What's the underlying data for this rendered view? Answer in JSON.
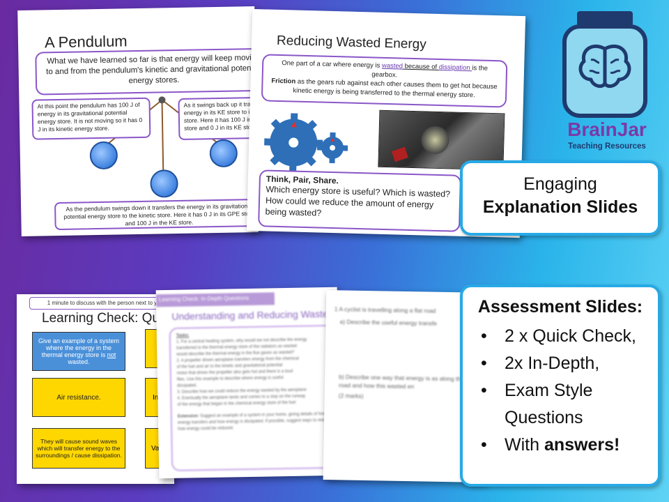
{
  "slide_pendulum": {
    "title": "A Pendulum",
    "intro_text": "What we have learned so far is that energy will keep moving to and from the pendulum's kinetic and gravitational potential energy stores.",
    "left_box": "At this point the pendulum has 100 J of energy in its gravitational potential energy store.  It is not moving so it has 0 J in its kinetic energy store.",
    "right_box": "As it swings back up it transferred the energy in its KE store to its GPE store.  Here it has 100 J in its GPE store and 0 J in its KE store.",
    "bottom_box": "As the pendulum swings down it transfers the energy in its gravitational potential energy store to the kinetic store.  Here it has 0 J in its GPE store and 100 J in the KE store."
  },
  "slide_wasted": {
    "title": "Reducing Wasted Energy",
    "line1_pre": "One part of a car where energy is ",
    "line1_wasted": "wasted",
    "line1_mid": " because of ",
    "line1_dissipation": "dissipation ",
    "line1_post": "is the gearbox.",
    "friction_bold": "Friction",
    "friction_rest": " as the gears rub against each other causes them to get hot because kinetic energy is being transferred to the thermal energy store.",
    "think_heading": "Think, Pair, Share.",
    "think_text": "Which energy store is useful?  Which is wasted?  How could we reduce the amount of energy being wasted?"
  },
  "logo": {
    "brand": "BrainJar",
    "tagline": "Teaching Resources"
  },
  "panel_explanation": {
    "line1": "Engaging",
    "line2": "Explanation Slides"
  },
  "slide_quick": {
    "banner": "1 minute to discuss with the person next to you.",
    "title": "Learning Check: Quick",
    "card_blue_pre": "Give an example of a system where the energy in the thermal energy store is ",
    "card_blue_not": "not",
    "card_blue_post": " wasted.",
    "card_air": "Air resistance.",
    "card_sound": "They will cause sound waves which will transfer energy to the surroundings / cause dissipation.",
    "right_c2": "In",
    "right_c3": "Va tra"
  },
  "slide_indepth": {
    "banner": "Learning Check: In-Depth Questions",
    "title": "Understanding and Reducing Wasted",
    "tasks_label": "Tasks:",
    "task_lines": [
      "1.  For a central heating system, why would we not describe the energy",
      "transferred to the thermal energy store of the radiators as wasted",
      "would describe the thermal energy in the flue gases as wasted?",
      "2.  A propeller driven aeroplane transfers energy from the chemical",
      "of the fuel and air to the kinetic and gravitational potential",
      "motor that drives the propeller also gets hot and there is a loud",
      "flies.  Use this example to describe where energy is useful",
      "dissipated.",
      "3.  Describe how we could reduce the energy wasted by the aeroplane",
      "4.  Eventually the aeroplane lands and comes to a stop on the runway",
      "of the energy that began in the chemical energy store of the fuel"
    ],
    "extension_label": "Extension:",
    "extension_text": "Suggest an example of a system in your home, giving details of how energy transfers and how energy is dissipated.  If possible, suggest ways to reduce how energy could be reduced."
  },
  "slide_exam": {
    "q1": "1   A cyclist is travelling along a flat road",
    "q1a": "a)    Describe the useful energy transfe",
    "q1b": "b) Describe one way that energy is as along the road and how this wasted en",
    "marks": "(2 marks)"
  },
  "panel_assessment": {
    "heading": "Assessment Slides:",
    "items": [
      {
        "pre": "2 x Quick Check,",
        "bold": "",
        "post": ""
      },
      {
        "pre": "2x In-Depth,",
        "bold": "",
        "post": ""
      },
      {
        "pre": "Exam Style Questions",
        "bold": "",
        "post": ""
      },
      {
        "pre": "With ",
        "bold": "answers!",
        "post": ""
      }
    ]
  },
  "colors": {
    "accent_purple": "#8a56c8",
    "panel_border": "#27a9e6",
    "logo_navy": "#1f3a6e",
    "logo_purple": "#7a3aa8",
    "card_yellow": "#ffd700",
    "card_blue": "#4a90d9"
  }
}
